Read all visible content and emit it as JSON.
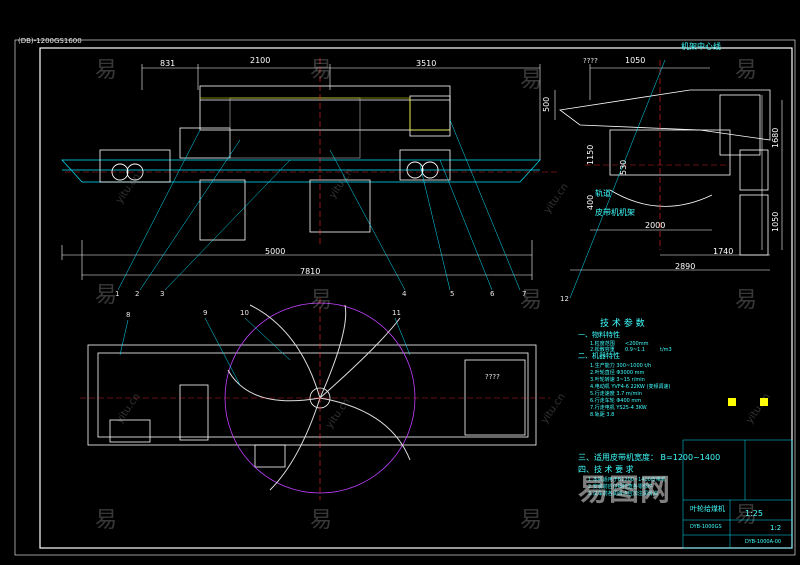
{
  "drawing_code": "(DB)-1200GS1600",
  "dimensions": {
    "d831": "831",
    "d2100": "2100",
    "d3510": "3510",
    "d5000": "5000",
    "d7810": "7810",
    "d1050": "1050",
    "d500": "500",
    "d1150": "1150",
    "d530": "530",
    "d400": "400",
    "d2000": "2000",
    "d1740": "1740",
    "d2890": "2890",
    "d1680": "1680",
    "d1050v": "1050"
  },
  "labels": {
    "machine_center": "机架中心线",
    "q_top": "????",
    "label_a": "轨道",
    "label_b": "皮带机机架",
    "q_side": "????"
  },
  "part_numbers": [
    "1",
    "2",
    "3",
    "4",
    "5",
    "6",
    "7",
    "8",
    "9",
    "10",
    "11",
    "12"
  ],
  "specs": {
    "title": "技  术  参  数",
    "sec1": "一、物料特性",
    "sec1_rows": [
      "1.粒度范围",
      "<200mm",
      "2.松散容重",
      "0.9~1.1",
      "t/m3"
    ],
    "sec2": "二、机器特性",
    "sec2_rows": [
      "1.生产能力    300~1000 t/h",
      "2.叶轮直径    Φ3000 mm",
      "3.叶轮转速    3~15 r/min",
      "4.电动机     YVF4-6 22KW (变频调速)",
      "5.行走速度    3.7 m/min",
      "6.行走车轮    Φ400 mm",
      "7.行走电机    YS25-4  3KW",
      "8.轨距      3.8"
    ],
    "sec3": "三、适用皮带机宽度：  B=1200~1400",
    "sec4": "四、技  术  要  求",
    "sec4_rows": [
      "1.本机适用于B1200~1400皮带机",
      "2.安装前应仔细检查各零部件",
      "3.试车前各润滑点应加注润滑油"
    ]
  },
  "title_block": {
    "name": "叶轮给煤机",
    "code": "DYB-1000GS",
    "scale": "1:25",
    "drawing_no": "DYB-1000A-00",
    "mark": "1:2"
  },
  "watermark": {
    "char": "易",
    "site": "yitu.cn",
    "brand": "易图网"
  },
  "colors": {
    "background": "#000000",
    "line_white": "#ffffff",
    "line_cyan": "#00ffff",
    "line_green": "#00ff66",
    "line_red": "#ff2a2a",
    "line_magenta": "#c040ff",
    "line_yellow": "#ffff00",
    "line_blue": "#3060ff"
  }
}
